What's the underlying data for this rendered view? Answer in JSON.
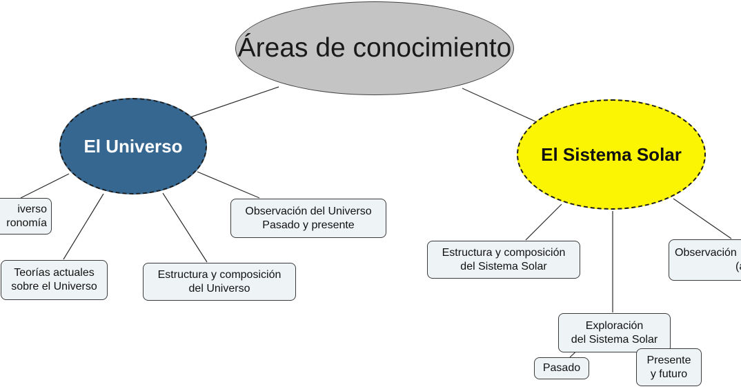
{
  "root": {
    "label": "Áreas de conocimiento"
  },
  "universo": {
    "label": "El Universo",
    "children": {
      "historia": {
        "line1": "iverso",
        "line2": "ronomía"
      },
      "teorias": {
        "line1": "Teorías actuales",
        "line2": "sobre el Universo"
      },
      "estructura": {
        "line1": "Estructura y composición",
        "line2": "del Universo"
      },
      "observacion": {
        "line1": "Observación del Universo",
        "line2": "Pasado y presente"
      }
    }
  },
  "solar": {
    "label": "El Sistema Solar",
    "children": {
      "estructura": {
        "line1": "Estructura y composición",
        "line2": "del Sistema Solar"
      },
      "exploracion": {
        "line1": "Exploración",
        "line2": "del Sistema Solar"
      },
      "pasado": {
        "label": "Pasado"
      },
      "presente": {
        "line1": "Presente",
        "line2": "y futuro"
      },
      "observacion": {
        "line1": "Observación",
        "line2": "(afi"
      }
    }
  },
  "colors": {
    "root_fill": "#c4c4c4",
    "universo_fill": "#366790",
    "solar_fill": "#fbf403",
    "box_fill": "#eef3f5"
  }
}
